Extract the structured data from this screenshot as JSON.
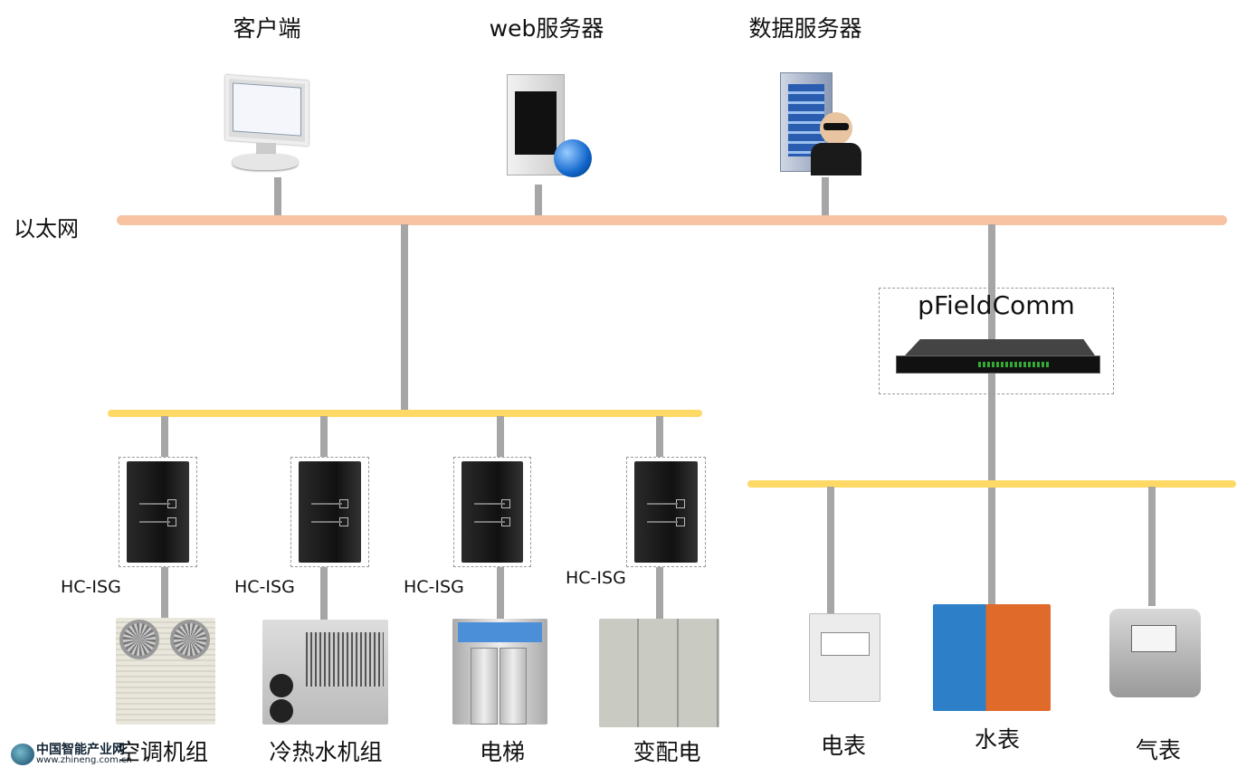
{
  "network": {
    "ethernet_label": "以太网"
  },
  "top_nodes": [
    {
      "label": "客户端",
      "icon": "desktop-computer-icon"
    },
    {
      "label": "web服务器",
      "icon": "web-server-icon"
    },
    {
      "label": "数据服务器",
      "icon": "database-server-icon"
    }
  ],
  "gateway": {
    "label": "pFieldComm"
  },
  "isg_devices": [
    {
      "label": "HC-ISG",
      "equipment": "空调机组"
    },
    {
      "label": "HC-ISG",
      "equipment": "冷热水机组"
    },
    {
      "label": "HC-ISG",
      "equipment": "电梯"
    },
    {
      "label": "HC-ISG",
      "equipment": "变配电"
    }
  ],
  "meters": [
    {
      "label": "电表"
    },
    {
      "label": "水表"
    },
    {
      "label": "气表"
    }
  ],
  "watermark": {
    "name": "中国智能产业网",
    "url": "www.zhineng.com.cn"
  },
  "colors": {
    "ethernet": "#f7c3a2",
    "bus": "#ffd966",
    "line": "#a6a6a6"
  }
}
